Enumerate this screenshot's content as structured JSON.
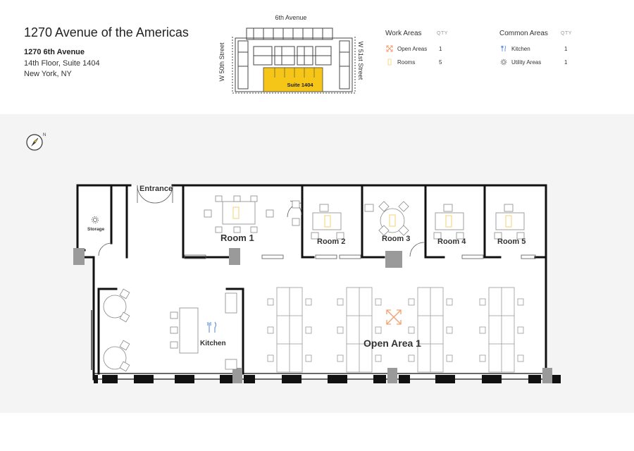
{
  "header": {
    "title": "1270 Avenue of the Americas",
    "address_line1": "1270 6th Avenue",
    "address_line2": "14th Floor, Suite 1404",
    "address_line3": "New York, NY"
  },
  "keyplan": {
    "street_top": "6th Avenue",
    "street_left": "W 50th Street",
    "street_right": "W 51st Street",
    "suite_label": "Suite 1404",
    "suite_color": "#f5c518"
  },
  "legend": {
    "work": {
      "heading": "Work Areas",
      "qty_heading": "QTY",
      "items": [
        {
          "label": "Open Areas",
          "qty": "1",
          "icon": "expand-arrows-icon",
          "color": "#f0a070"
        },
        {
          "label": "Rooms",
          "qty": "5",
          "icon": "room-icon",
          "color": "#f5d98a"
        }
      ]
    },
    "common": {
      "heading": "Common Areas",
      "qty_heading": "QTY",
      "items": [
        {
          "label": "Kitchen",
          "qty": "1",
          "icon": "utensils-icon",
          "color": "#5b8fd6"
        },
        {
          "label": "Utility Areas",
          "qty": "1",
          "icon": "gear-icon",
          "color": "#666666"
        }
      ]
    }
  },
  "plan": {
    "entrance": "Entrance",
    "storage": "Storage",
    "kitchen": "Kitchen",
    "rooms": [
      "Room 1",
      "Room 2",
      "Room 3",
      "Room 4",
      "Room 5"
    ],
    "open_area": "Open Area 1",
    "wall_color": "#111111",
    "accent_orange": "#f0a070",
    "accent_yellow": "#f5d98a",
    "accent_blue": "#5b8fd6"
  }
}
